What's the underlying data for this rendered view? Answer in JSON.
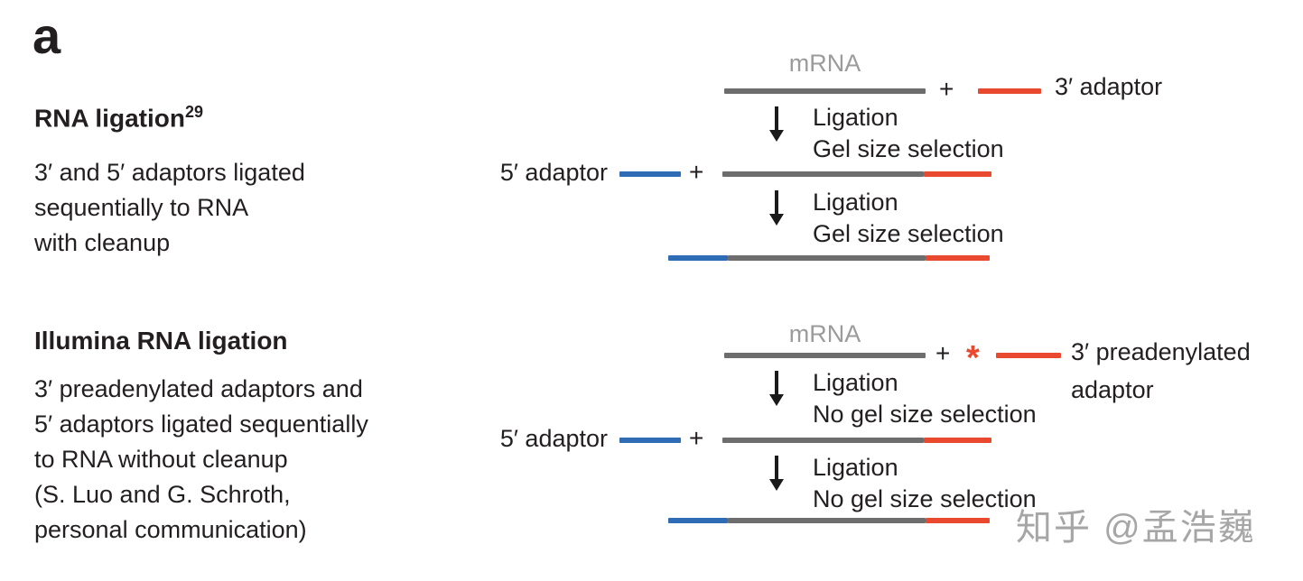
{
  "panel_label": "a",
  "colors": {
    "mrna_line": "#6d6d6d",
    "adaptor_3_line": "#e8492f",
    "adaptor_5_line": "#2e6db6",
    "text": "#231f20",
    "mrna_label_text": "#9b9b9b",
    "watermark": "#969696"
  },
  "sections": [
    {
      "title": "RNA ligation",
      "title_superscript": "29",
      "description": [
        "3′ and 5′ adaptors ligated",
        "sequentially to RNA",
        "with cleanup"
      ],
      "diagram": {
        "mrna_label": "mRNA",
        "plus": "+",
        "adaptor3_label": "3′ adaptor",
        "step1_lines": [
          "Ligation",
          "Gel size selection"
        ],
        "adaptor5_label": "5′ adaptor",
        "plus2": "+",
        "step2_lines": [
          "Ligation",
          "Gel size selection"
        ]
      }
    },
    {
      "title": "Illumina RNA ligation",
      "description": [
        "3′ preadenylated adaptors and",
        "5′ adaptors ligated sequentially",
        "to RNA without cleanup",
        "(S. Luo and G. Schroth,",
        "personal communication)"
      ],
      "diagram": {
        "mrna_label": "mRNA",
        "plus": "+",
        "preadenylation_mark": "*",
        "adaptor3_label_lines": [
          "3′ preadenylated",
          "adaptor"
        ],
        "step1_lines": [
          "Ligation",
          "No gel size selection"
        ],
        "adaptor5_label": "5′ adaptor",
        "plus2": "+",
        "step2_lines": [
          "Ligation",
          "No gel size selection"
        ]
      }
    }
  ],
  "watermark": "知乎 @孟浩巍"
}
